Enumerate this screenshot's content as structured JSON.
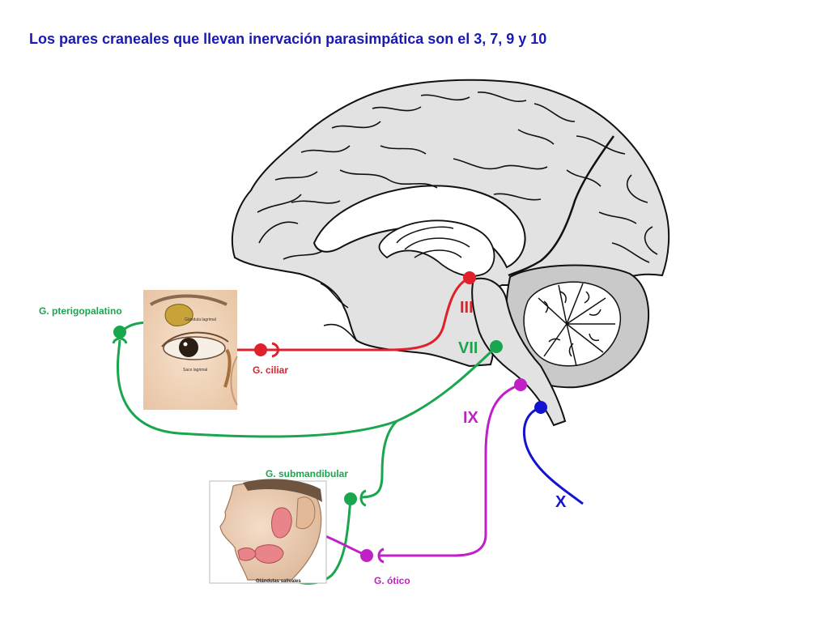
{
  "title": "Los pares craneales que llevan inervación parasimpática son el 3, 7, 9 y 10",
  "nerves": {
    "III": {
      "label": "III",
      "color": "#e0202a"
    },
    "VII": {
      "label": "VII",
      "color": "#1aa64e"
    },
    "IX": {
      "label": "IX",
      "color": "#c020c8"
    },
    "X": {
      "label": "X",
      "color": "#1414d0"
    }
  },
  "ganglia": {
    "ciliar": "G. ciliar",
    "pterigopalatino": "G. pterigopalatino",
    "submandibular": "G. submandibular",
    "otico": "G. ótico"
  },
  "inset_labels": {
    "glandula_lagrimal": "Glándula lagrimal",
    "saco_lagrimal": "Saco lagrimal",
    "glandulas_salivales": "Glándulas salivales"
  },
  "colors": {
    "title": "#1a1ab0",
    "brain_fill": "#e2e2e2",
    "cerebellum_fill": "#c9c9c9"
  }
}
